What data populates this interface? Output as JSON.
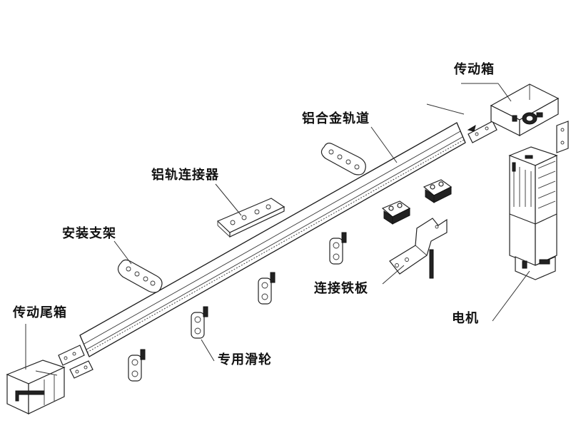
{
  "labels": {
    "transmission_box": "传动箱",
    "aluminum_track": "铝合金轨道",
    "track_connector": "铝轨连接器",
    "mounting_bracket": "安装支架",
    "tail_box": "传动尾箱",
    "connecting_plate": "连接铁板",
    "motor": "电机",
    "pulley": "专用滑轮"
  },
  "colors": {
    "line": "#222222",
    "background": "#ffffff"
  }
}
